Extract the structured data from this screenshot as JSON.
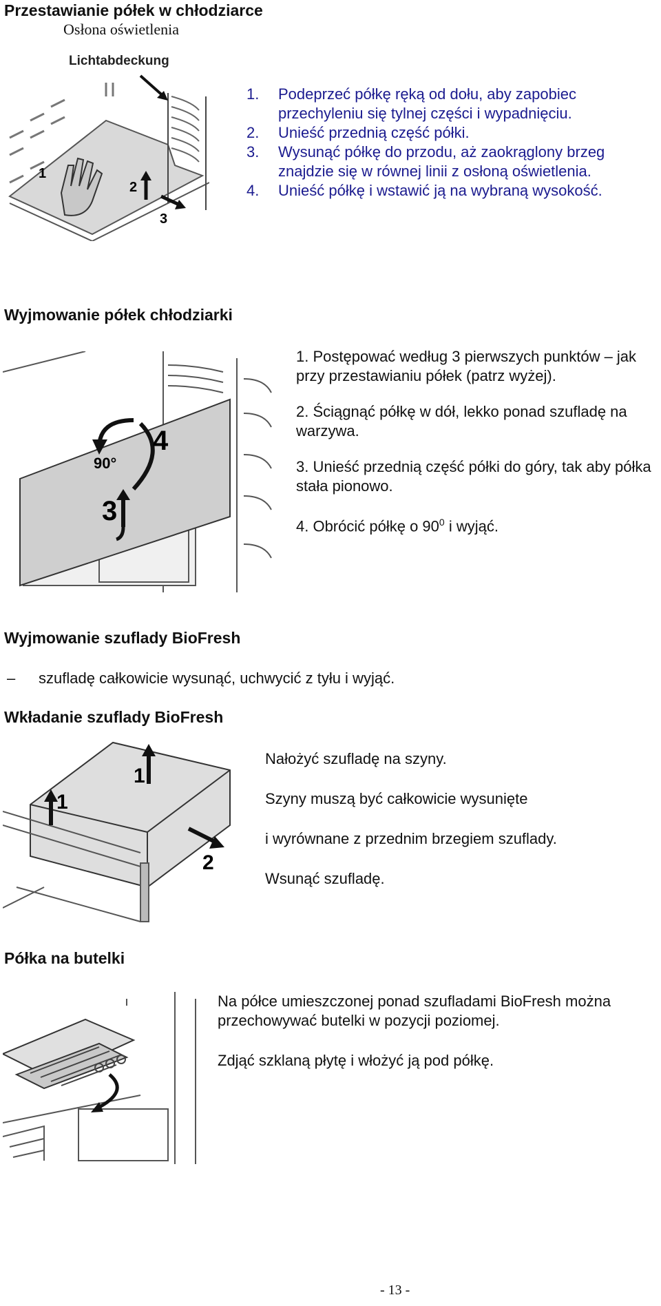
{
  "section1": {
    "title": "Przestawianie półek w chłodziarce",
    "subtitle": "Osłona oświetlenia",
    "figure_label": "Lichtabdeckung",
    "figure_numbers": [
      "1",
      "2",
      "3"
    ],
    "steps": [
      {
        "n": "1.",
        "text": "Podeprzeć półkę ręką od dołu, aby zapobiec przechyleniu się tylnej części i wypadnięciu."
      },
      {
        "n": "2.",
        "text": "Unieść przednią część półki."
      },
      {
        "n": "3.",
        "text": "Wysunąć półkę do przodu, aż zaokrąglony brzeg znajdzie się w równej linii z osłoną oświetlenia."
      },
      {
        "n": "4.",
        "text": "Unieść półkę i wstawić ją na wybraną wysokość."
      }
    ]
  },
  "section2": {
    "title": "Wyjmowanie półek chłodziarki",
    "figure_labels": {
      "angle": "90°",
      "n3": "3",
      "n4": "4"
    },
    "steps": [
      "1. Postępować według 3 pierwszych punktów – jak przy przestawianiu półek (patrz wyżej).",
      "2. Ściągnąć półkę w dół, lekko ponad szufladę na warzywa.",
      "3. Unieść przednią część półki do góry, tak aby półka stała pionowo."
    ],
    "step4": {
      "prefix": "4. Obrócić półkę o 90",
      "sup": "0",
      "suffix": " i wyjąć."
    }
  },
  "section3": {
    "title": "Wyjmowanie szuflady BioFresh",
    "dash": "–",
    "text": "szufladę całkowicie wysunąć, uchwycić z tyłu i wyjąć."
  },
  "section4": {
    "title": "Wkładanie szuflady BioFresh",
    "figure_numbers": [
      "1",
      "1",
      "2"
    ],
    "lines": [
      "Nałożyć szufladę na szyny.",
      "Szyny muszą być całkowicie wysunięte",
      "i wyrównane z przednim brzegiem szuflady.",
      "Wsunąć szufladę."
    ]
  },
  "section5": {
    "title": "Półka na butelki",
    "para1": "Na półce umieszczonej ponad szufladami BioFresh można przechowywać butelki w pozycji poziomej.",
    "para2": "Zdjąć szklaną płytę i włożyć ją pod półkę."
  },
  "footer": {
    "page_number": "- 13 -"
  },
  "colors": {
    "heading": "#111111",
    "steps_blue": "#1b1b8f"
  }
}
